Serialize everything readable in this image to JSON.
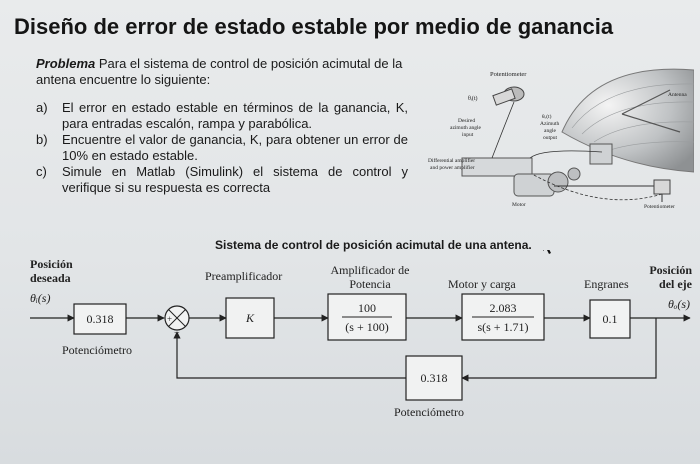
{
  "slide": {
    "title": "Diseño de error de estado estable por medio de ganancia",
    "problem_label": "Problema",
    "problem_text": " Para el sistema de control de posición acimutal de la antena  encuentre lo siguiente:",
    "items": [
      {
        "label": "a)",
        "text": "El error en estado estable en términos de la ganancia, K, para entradas escalón, rampa y parabólica."
      },
      {
        "label": "b)",
        "text": "Encuentre el valor de ganancia, K, para obtener un error de 10% en estado estable."
      },
      {
        "label": "c)",
        "text": "Simule en Matlab (Simulink) el sistema de control y verifique si su respuesta es correcta"
      }
    ]
  },
  "photo": {
    "labels": {
      "potentiometer_top": "Potentiometer",
      "theta_i": "θᵢ(t)",
      "desired": "Desired",
      "azimuth_angle": "azimuth angle",
      "input": "input",
      "theta_o": "θₒ(t)",
      "azimuth": "Azimuth",
      "angle": "angle",
      "output": "output",
      "antenna": "Antenna",
      "diff_amp": "Differential amplifier",
      "power_amp": "and power amplifier",
      "motor": "Motor",
      "potentiometer_bottom": "Potentiometer"
    }
  },
  "diagram": {
    "title": "Sistema de control de posición acimutal de una antena.",
    "input_label_1": "Posición",
    "input_label_2": "deseada",
    "input_signal": "θᵢ(s)",
    "input_pot_gain": "0.318",
    "input_pot_label": "Potenciómetro",
    "plus": "+",
    "minus": "−",
    "preamp_label": "Preamplificador",
    "preamp_gain": "K",
    "power_amp_label_1": "Amplificador de",
    "power_amp_label_2": "Potencia",
    "power_amp_num": "100",
    "power_amp_den": "(s + 100)",
    "motor_label": "Motor y carga",
    "motor_num": "2.083",
    "motor_den": "s(s + 1.71)",
    "gears_label": "Engranes",
    "gears_gain": "0.1",
    "output_label_1": "Posición",
    "output_label_2": "del eje",
    "output_signal": "θₒ(s)",
    "feedback_gain": "0.318",
    "feedback_label": "Potenciómetro"
  }
}
